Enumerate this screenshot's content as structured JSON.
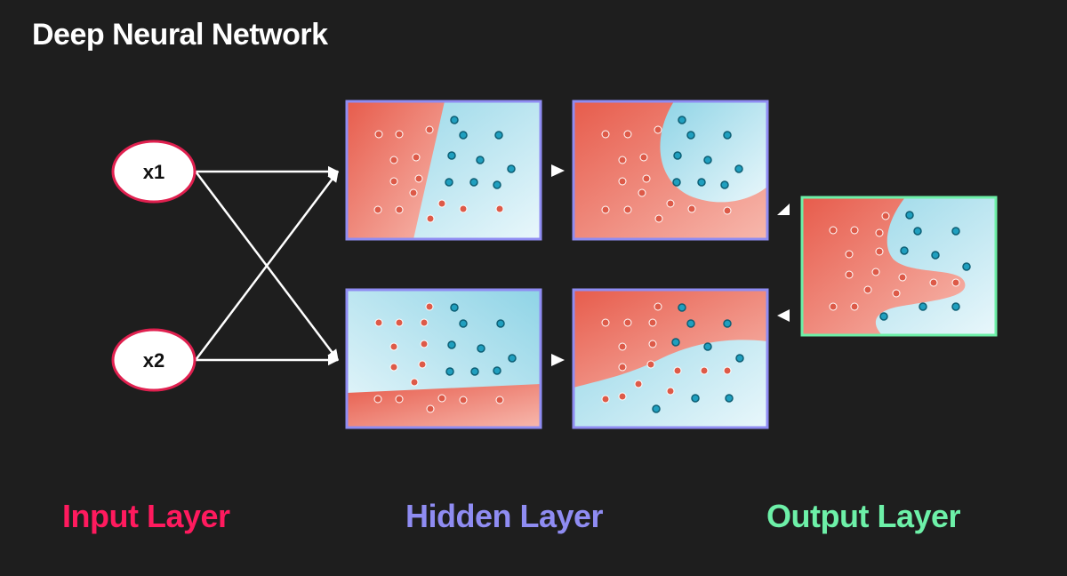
{
  "title": "Deep Neural Network",
  "colors": {
    "background": "#1e1e1e",
    "input": "#ff1a5e",
    "hidden": "#8f8cf2",
    "output": "#6df0a8",
    "red_region": "#ec6e5e",
    "blue_region": "#aee0ec",
    "red_point": "#dd5a48",
    "blue_point": "#1f9fbf",
    "node_border": "#e0204f"
  },
  "nodes": [
    {
      "id": "x1",
      "label": "x1"
    },
    {
      "id": "x2",
      "label": "x2"
    }
  ],
  "layers": {
    "input": "Input Layer",
    "hidden": "Hidden Layer",
    "output": "Output Layer"
  },
  "panels": [
    {
      "id": "hidden-1",
      "layer": "hidden",
      "boundary": "straight diagonal"
    },
    {
      "id": "hidden-2",
      "layer": "hidden",
      "boundary": "curved"
    },
    {
      "id": "hidden-3",
      "layer": "hidden",
      "boundary": "straight near-horizontal"
    },
    {
      "id": "hidden-4",
      "layer": "hidden",
      "boundary": "curved wave"
    },
    {
      "id": "output-1",
      "layer": "output",
      "boundary": "complex curve"
    }
  ]
}
